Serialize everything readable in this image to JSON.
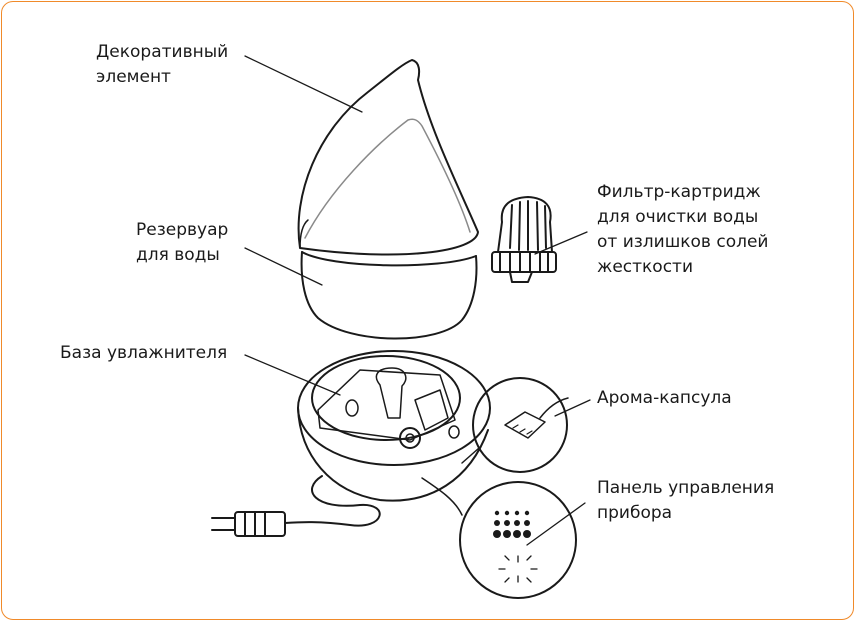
{
  "labels": {
    "decor": [
      "Декоративный",
      "элемент"
    ],
    "reservoir": [
      "Резервуар",
      "для воды"
    ],
    "base": [
      "База увлажнителя"
    ],
    "filter": [
      "Фильтр-картридж",
      "для очистки воды",
      "от излишков солей",
      "жесткости"
    ],
    "aroma": [
      "Арома-капсула"
    ],
    "panel": [
      "Панель управления",
      "прибора"
    ]
  },
  "colors": {
    "border": "#f08a2a",
    "stroke": "#1a1a1a",
    "inner": "#8a8a8a"
  }
}
